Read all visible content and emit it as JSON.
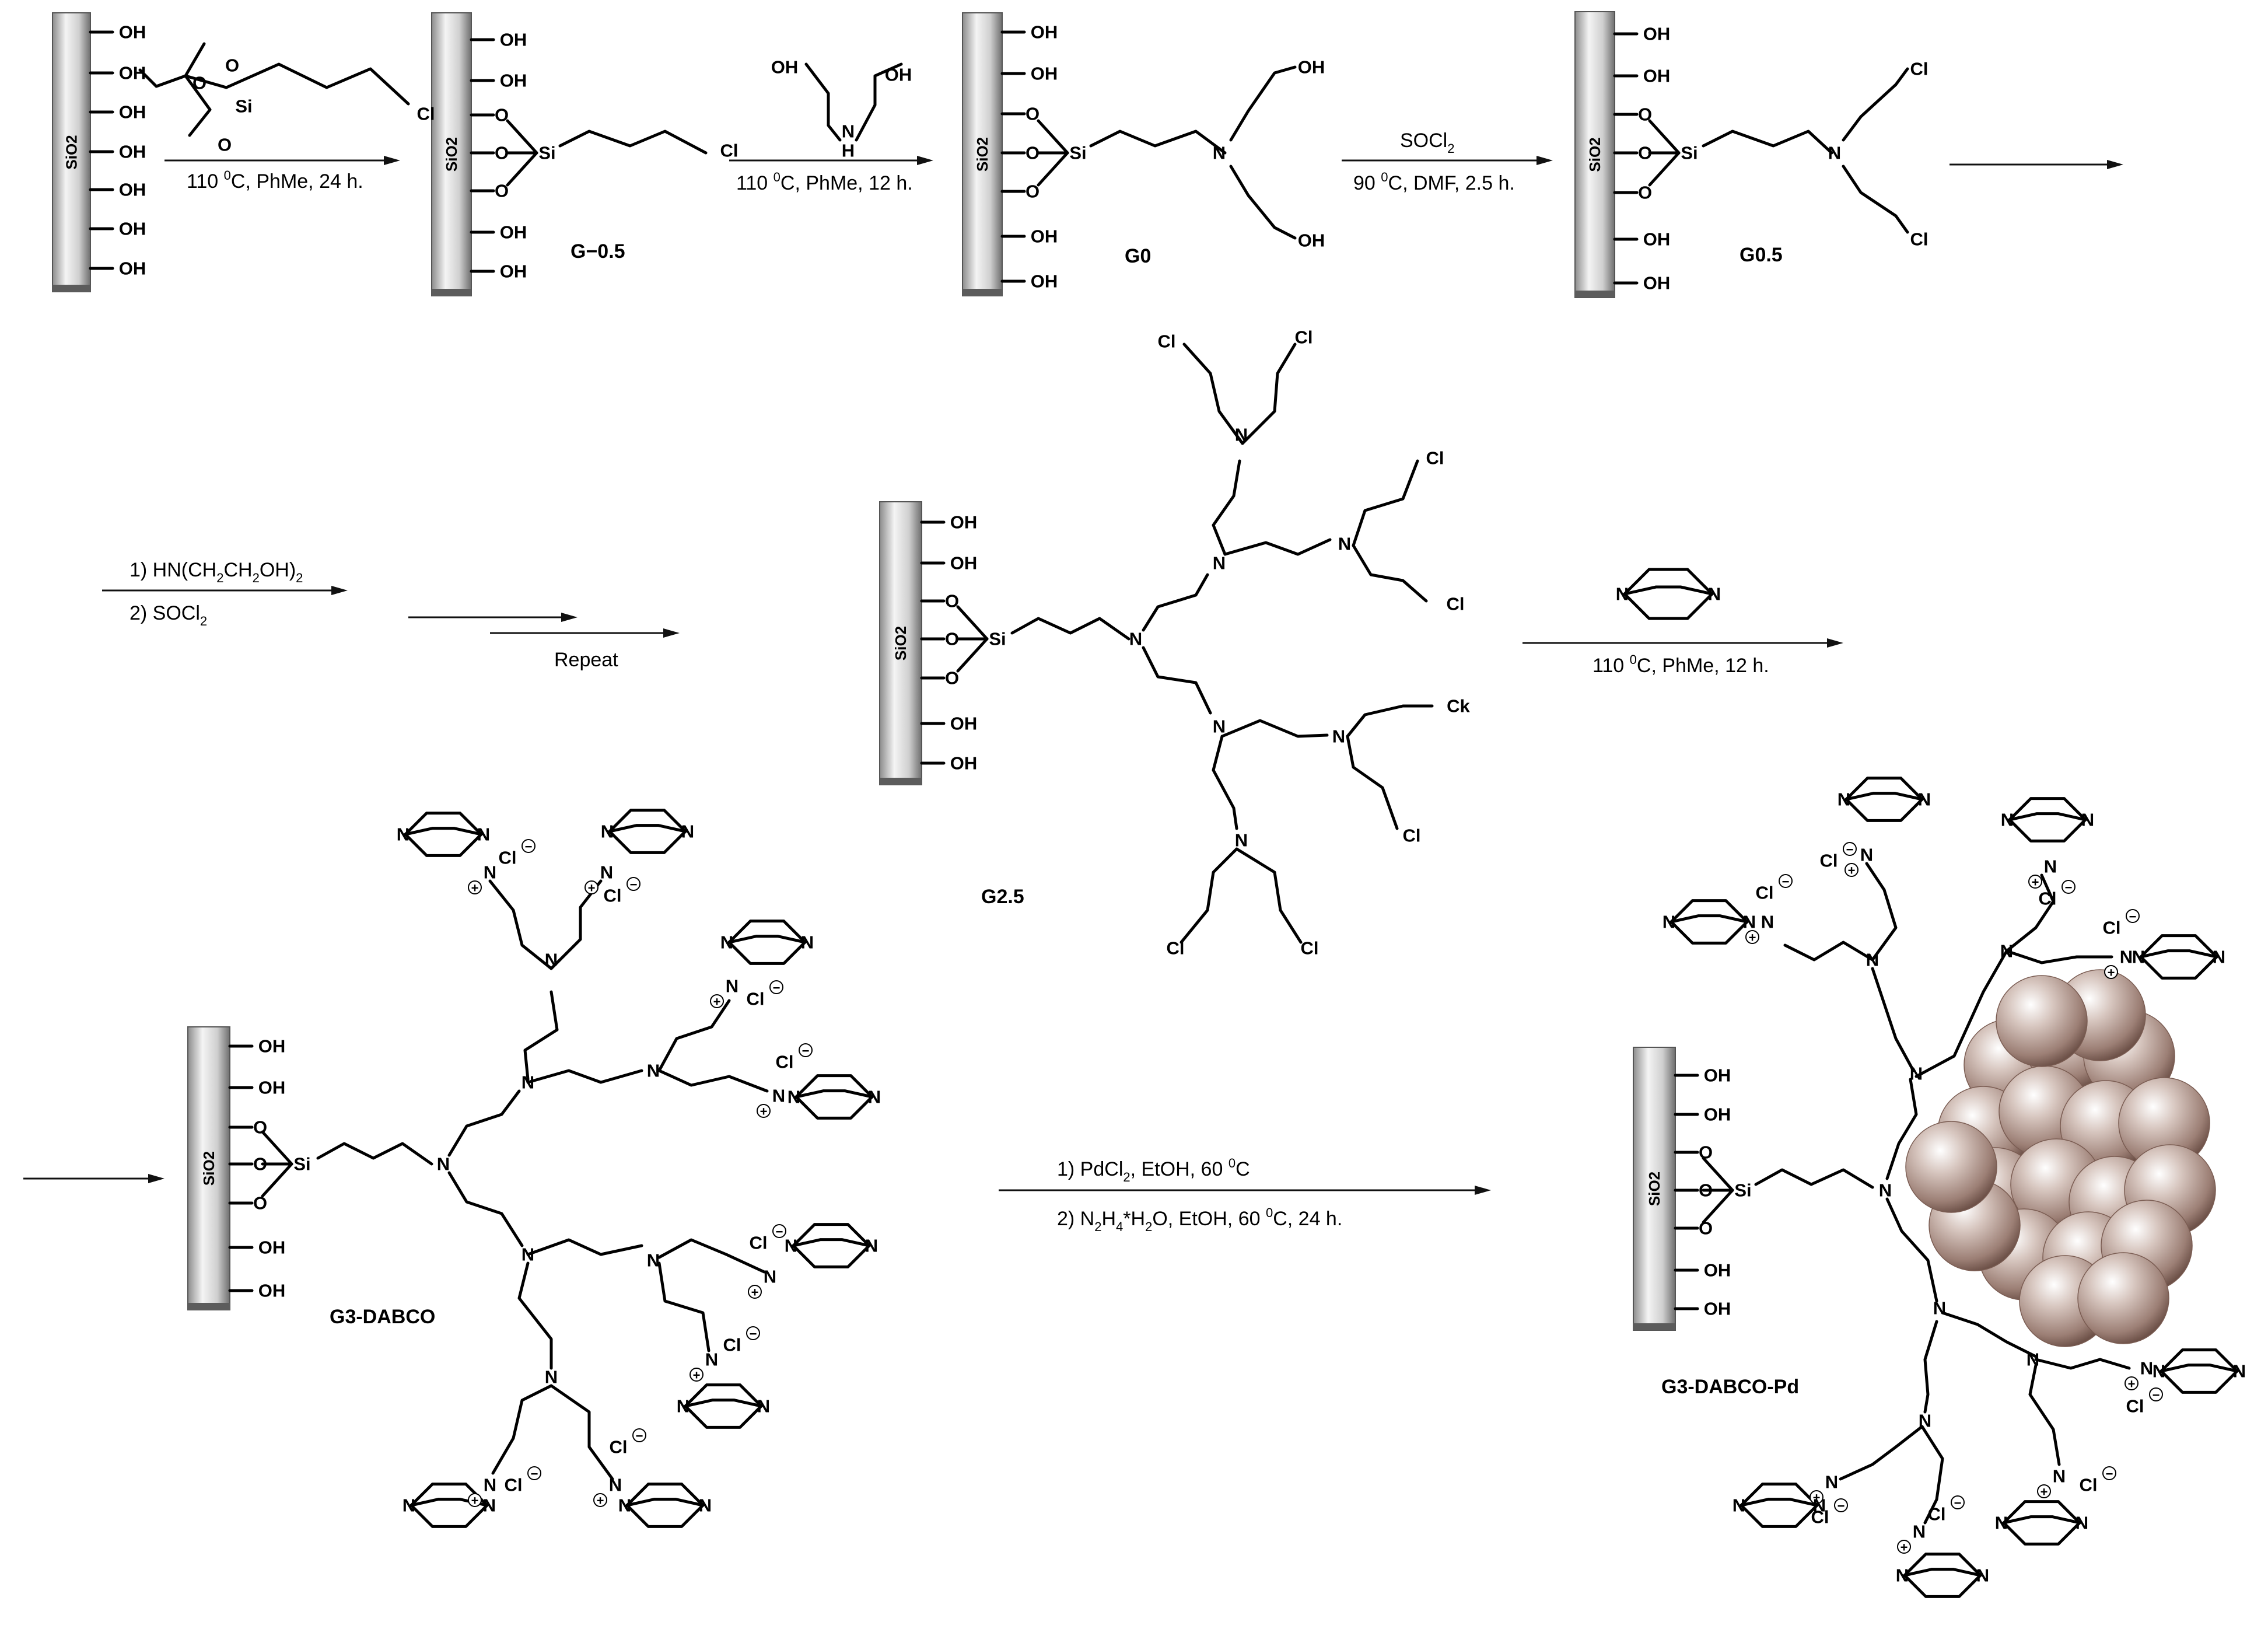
{
  "support": {
    "surface": "SiO2",
    "hydroxyl": "OH",
    "silicon": "Si",
    "oxygen": "O"
  },
  "atoms": {
    "chlorine": "Cl",
    "nitrogen": "N",
    "hydrogen": "H",
    "chloride": "Cl",
    "misprint_cl": "Ck"
  },
  "charges": {
    "positive": "+",
    "negative": "−"
  },
  "reagents": {
    "step1_methoxy": "O",
    "step2_amine_oh": "OH"
  },
  "conditions": {
    "step1": "110 0C, PhMe, 24 h.",
    "step2": "110 0C, PhMe, 12 h.",
    "step3_reagent": "SOCl2",
    "step3": "90 0C, DMF, 2.5 h.",
    "step4_line1": "1) HN(CH2CH2OH)2",
    "step4_line2": "2) SOCl2",
    "repeat": "Repeat",
    "step5": "110 0C, PhMe, 12 h.",
    "step6_line1": "1) PdCl2, EtOH, 60 0C",
    "step6_line2": "2) N2H4*H2O, EtOH, 60 0C, 24 h."
  },
  "compounds": {
    "g_minus_half": "G−0.5",
    "g0": "G0",
    "g_half": "G0.5",
    "g2_5": "G2.5",
    "g3_dabco": "G3-DABCO",
    "g3_dabco_pd": "G3-DABCO-Pd"
  },
  "colors": {
    "support_light": "#f2f2f2",
    "support_dark": "#8a8a8a",
    "pd_sphere": "#b9a198",
    "pd_sphere_dark": "#7d5f55"
  }
}
